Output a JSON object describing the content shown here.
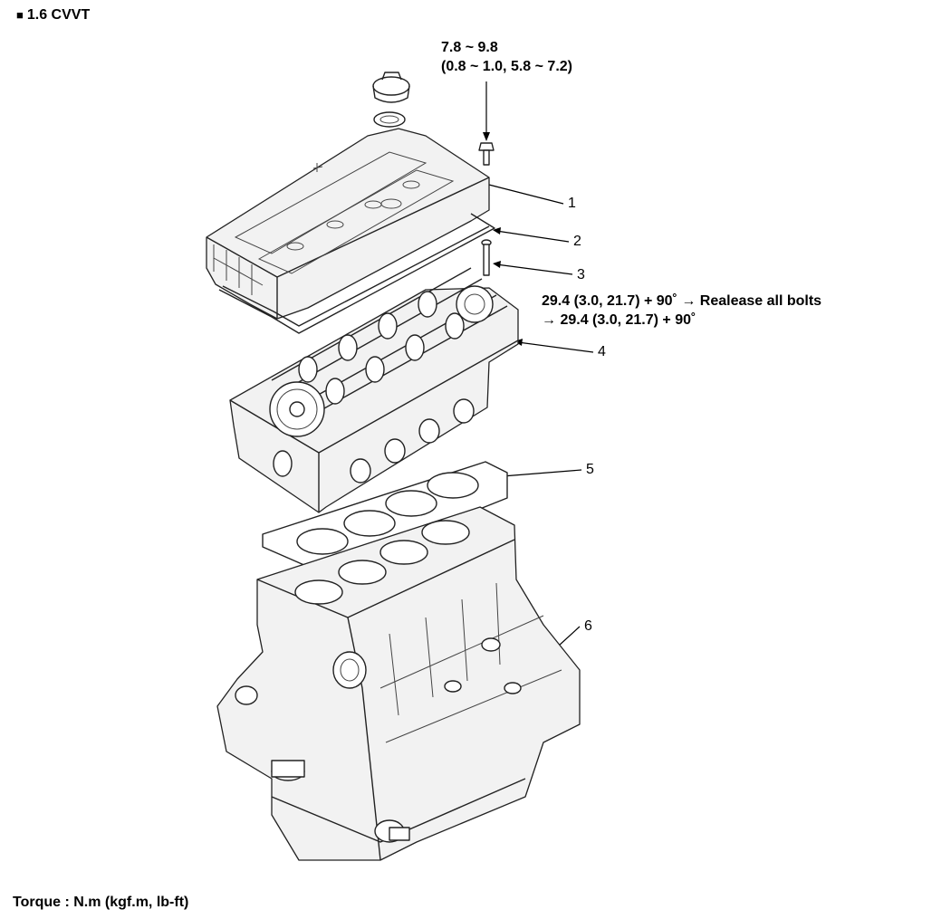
{
  "title": "1.6 CVVT",
  "torque_oil_cap_bolt": {
    "line1": "7.8 ~ 9.8",
    "line2": "(0.8 ~ 1.0, 5.8 ~ 7.2)"
  },
  "torque_head_bolt": {
    "line1": "29.4 (3.0, 21.7) + 90˚ → Realease all bolts",
    "line2": "→ 29.4 (3.0, 21.7) + 90˚"
  },
  "callouts": [
    "1",
    "2",
    "3",
    "4",
    "5",
    "6"
  ],
  "footer": "Torque : N.m (kgf.m, lb-ft)"
}
